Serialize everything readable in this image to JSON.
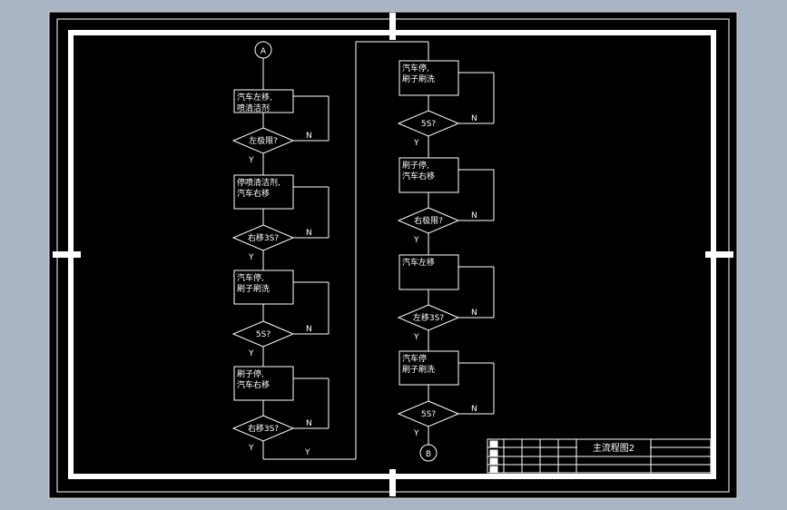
{
  "connectors": {
    "start": "A",
    "end": "B"
  },
  "left_column": [
    {
      "kind": "process",
      "lines": [
        "汽车左移,",
        "喷清洁剂"
      ]
    },
    {
      "kind": "decision",
      "label": "左极限?",
      "no": "N",
      "yes": "Y"
    },
    {
      "kind": "process",
      "lines": [
        "停喷清洁剂,",
        "汽车右移"
      ]
    },
    {
      "kind": "decision",
      "label": "右移3S?",
      "no": "N",
      "yes": "Y"
    },
    {
      "kind": "process",
      "lines": [
        "汽车停,",
        "刷子刷洗"
      ]
    },
    {
      "kind": "decision",
      "label": "5S?",
      "no": "N",
      "yes": "Y"
    },
    {
      "kind": "process",
      "lines": [
        "刷子停,",
        "汽车右移"
      ]
    },
    {
      "kind": "decision",
      "label": "右移3S?",
      "no": "N",
      "yes": "Y"
    }
  ],
  "right_column": [
    {
      "kind": "process",
      "lines": [
        "汽车停,",
        "刷子刷洗"
      ]
    },
    {
      "kind": "decision",
      "label": "5S?",
      "no": "N",
      "yes": "Y"
    },
    {
      "kind": "process",
      "lines": [
        "刷子停,",
        "汽车右移"
      ]
    },
    {
      "kind": "decision",
      "label": "右极限?",
      "no": "N",
      "yes": "Y"
    },
    {
      "kind": "process",
      "lines": [
        "汽车左移"
      ]
    },
    {
      "kind": "decision",
      "label": "左移3S?",
      "no": "N",
      "yes": "Y"
    },
    {
      "kind": "process",
      "lines": [
        "汽车停",
        "刷子刷洗"
      ]
    },
    {
      "kind": "decision",
      "label": "5S?",
      "no": "N",
      "yes": "Y"
    }
  ],
  "bridge_label": "Y",
  "title_block": {
    "title": "主流程图2"
  },
  "colors": {
    "background": "#000000",
    "line": "#ffffff",
    "frame": "#ffffff",
    "desktop": "#a9b4c4"
  }
}
